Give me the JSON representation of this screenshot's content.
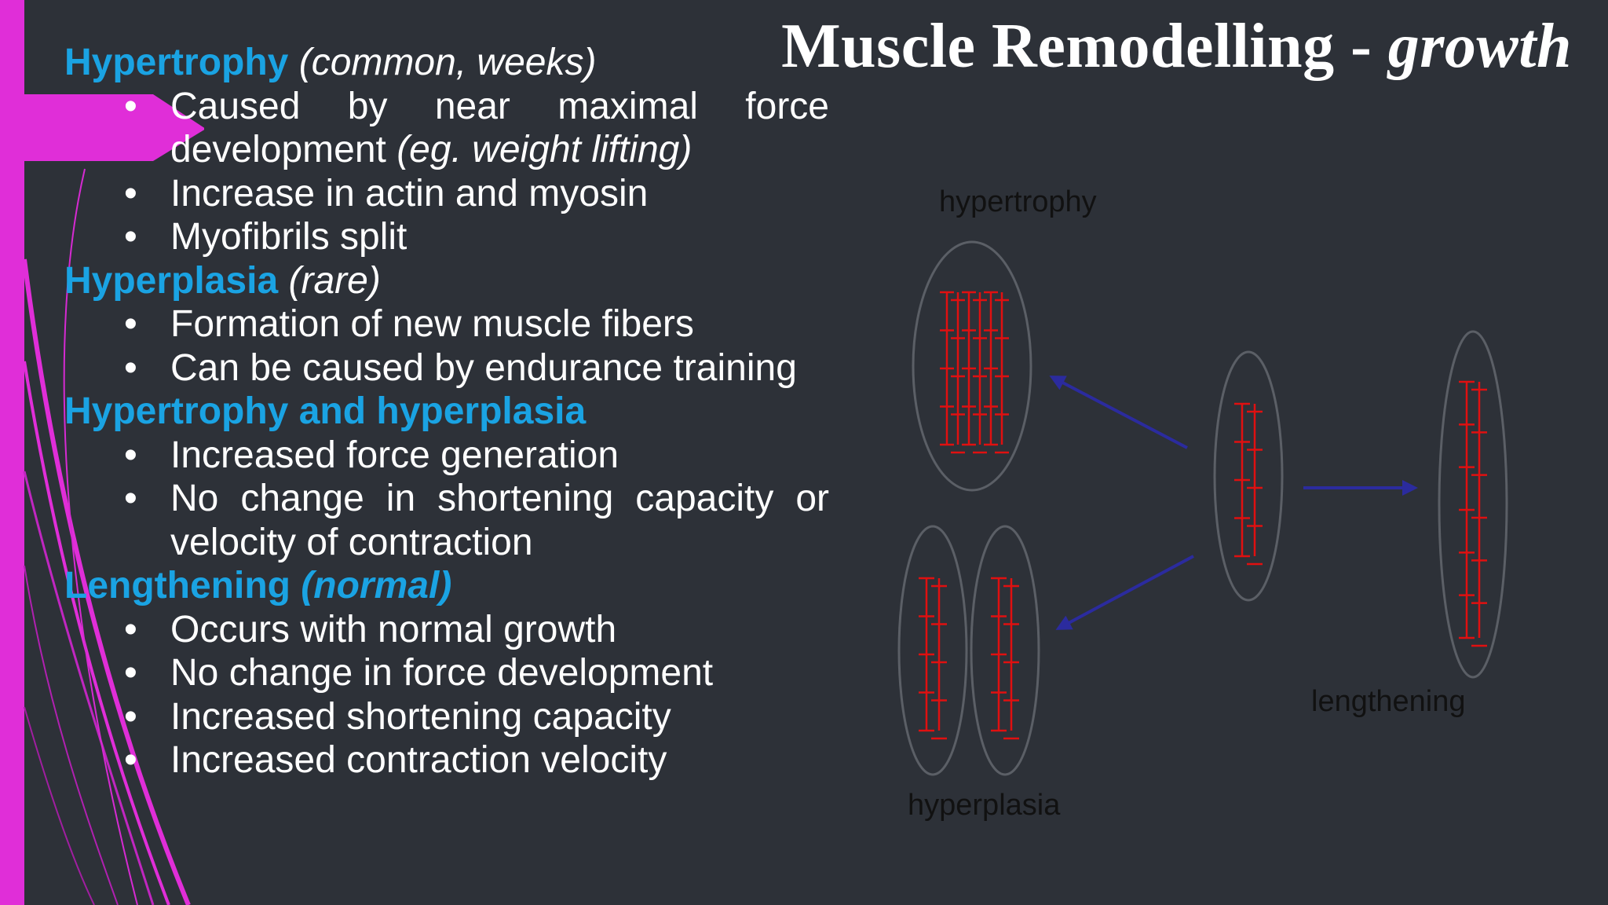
{
  "title": {
    "main": "Muscle Remodelling - ",
    "italic": "growth"
  },
  "sections": [
    {
      "heading": "Hypertrophy",
      "note": "(common, weeks)",
      "bullets": [
        {
          "text": "Caused by near maximal force development ",
          "italic": "(eg. weight lifting)"
        },
        {
          "text": "Increase in actin and myosin"
        },
        {
          "text": "Myofibrils split"
        }
      ]
    },
    {
      "heading": "Hyperplasia",
      "note": "(rare)",
      "bullets": [
        {
          "text": "Formation of new muscle fibers"
        },
        {
          "text": "Can be caused by endurance training"
        }
      ]
    },
    {
      "heading": "Hypertrophy and hyperplasia",
      "bullets": [
        {
          "text": "Increased force generation"
        },
        {
          "text": "No change in shortening capacity or velocity of contraction"
        }
      ]
    },
    {
      "heading": "Lengthening",
      "note": "(normal)",
      "bullets": [
        {
          "text": "Occurs with normal growth"
        },
        {
          "text": "No change in force development"
        },
        {
          "text": "Increased shortening capacity"
        },
        {
          "text": "Increased contraction velocity"
        }
      ]
    }
  ],
  "diagram": {
    "labels": {
      "hypertrophy": "hypertrophy",
      "hyperplasia": "hyperplasia",
      "lengthening": "lengthening"
    }
  },
  "colors": {
    "background": "#2d3138",
    "accent_magenta": "#e02ed8",
    "heading_blue": "#1aa3e3",
    "sarcomere_red": "#e01010",
    "arrow_blue": "#2b2b9e",
    "fiber_outline": "#5b5f66"
  }
}
